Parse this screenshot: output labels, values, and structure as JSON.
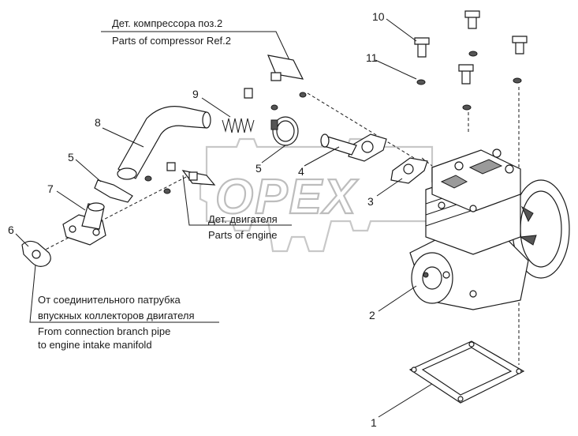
{
  "watermark": "OPEX",
  "captions": {
    "compressor_ru": "Дет. компрессора поз.2",
    "compressor_en": "Parts of compressor Ref.2",
    "engine_ru": "Дет. двигателя",
    "engine_en": "Parts of engine",
    "branch_ru_1": "От соединительного патрубка",
    "branch_ru_2": "впускных коллекторов двигателя",
    "branch_en_1": "From connection branch pipe",
    "branch_en_2": "to engine intake manifold"
  },
  "callouts": [
    "1",
    "2",
    "3",
    "4",
    "5",
    "5",
    "6",
    "7",
    "8",
    "9",
    "10",
    "11"
  ]
}
